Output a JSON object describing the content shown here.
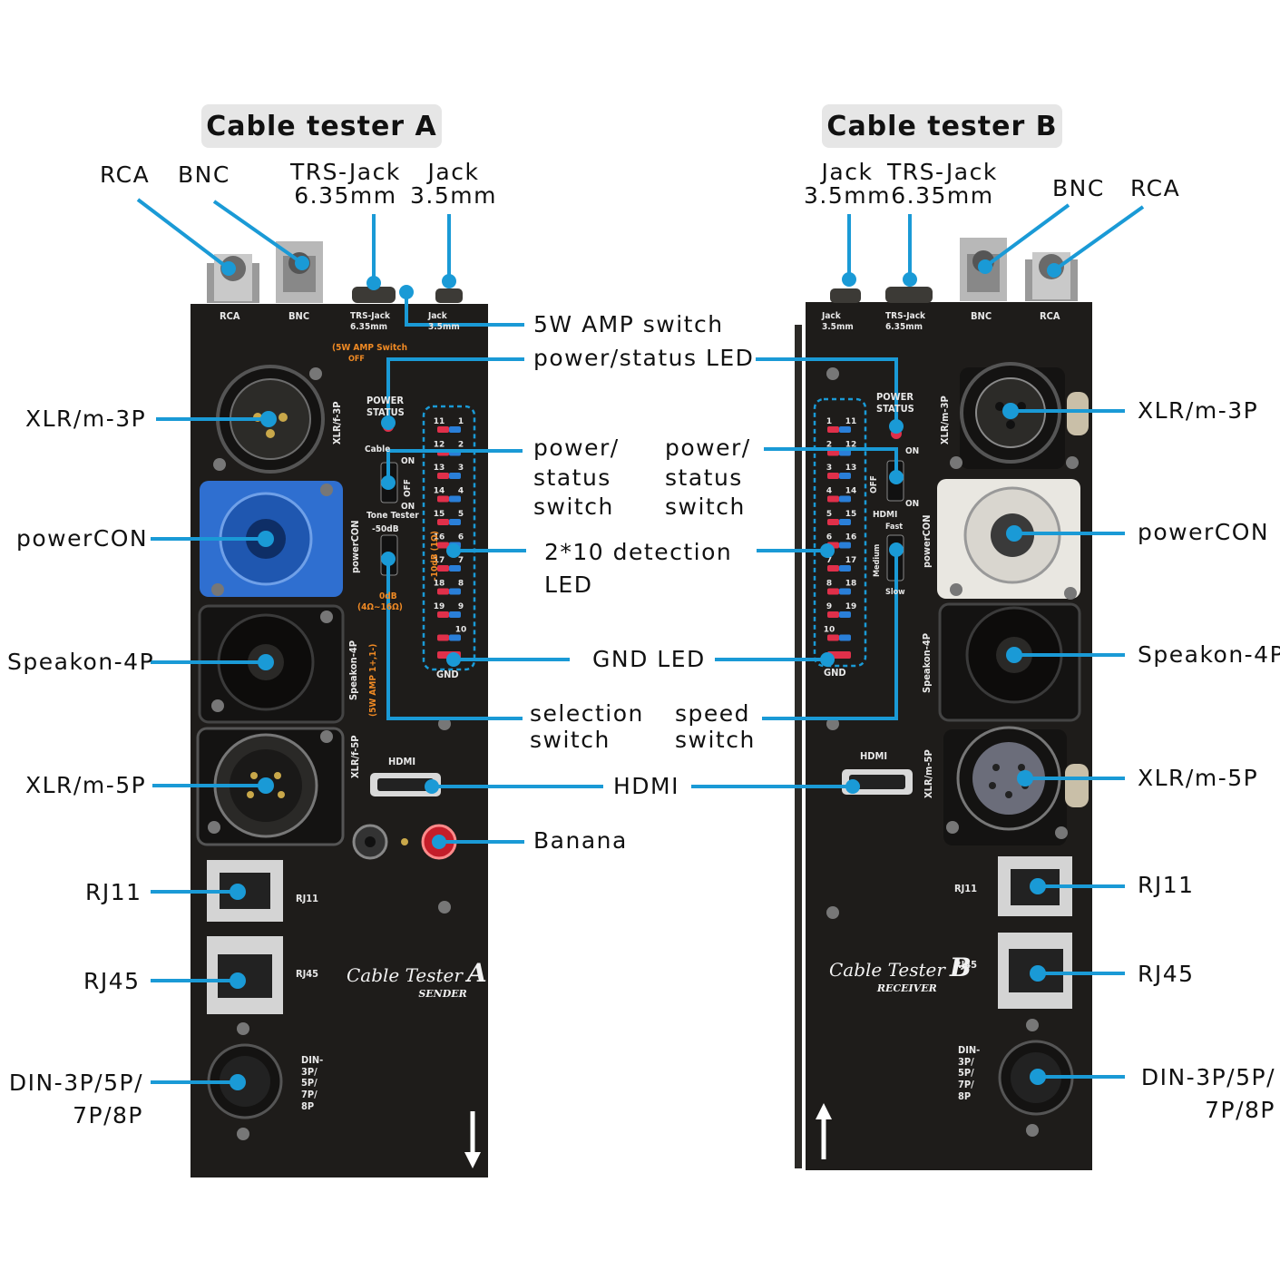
{
  "tester_a": {
    "title": "Cable tester A",
    "callouts": {
      "rca": "RCA",
      "bnc": "BNC",
      "trs": "TRS-Jack\n6.35mm",
      "jack": "Jack\n3.5mm",
      "xlr3": "XLR/m-3P",
      "powercon": "powerCON",
      "speakon": "Speakon-4P",
      "xlr5": "XLR/m-5P",
      "rj11": "RJ11",
      "rj45": "RJ45",
      "din": "DIN-3P/5P/\n7P/8P"
    },
    "panel": {
      "rca": "RCA",
      "bnc": "BNC",
      "trs": "TRS-Jack\n6.35mm",
      "jack": "Jack\n3.5mm",
      "amp_switch": "(5W AMP Switch",
      "off": "OFF",
      "power_status": "POWER\nSTATUS",
      "cable": "Cable",
      "on": "ON",
      "off2": "OFF",
      "on2": "ON",
      "tone": "Tone Tester",
      "db50": "-50dB",
      "db10": "-10dB (1Ω)",
      "db0": "0dB",
      "ohm": "(4Ω~16Ω)",
      "amp": "(5W AMP 1+,1-)",
      "xlrf3": "XLR/f-3P",
      "powercon": "powerCON",
      "speakon": "Speakon-4P",
      "xlrf5": "XLR/f-5P",
      "hdmi": "HDMI",
      "gnd": "GND",
      "rj11": "RJ11",
      "rj45": "RJ45",
      "din": "DIN-\n3P/\n5P/\n7P/\n8P",
      "brand": "Cable Tester",
      "brand_letter": "A",
      "brand_sub": "SENDER"
    },
    "led_numbers": [
      [
        "11",
        "1"
      ],
      [
        "12",
        "2"
      ],
      [
        "13",
        "3"
      ],
      [
        "14",
        "4"
      ],
      [
        "15",
        "5"
      ],
      [
        "16",
        "6"
      ],
      [
        "17",
        "7"
      ],
      [
        "18",
        "8"
      ],
      [
        "19",
        "9"
      ],
      [
        "",
        "10"
      ]
    ]
  },
  "tester_b": {
    "title": "Cable tester B",
    "callouts": {
      "jack": "Jack\n3.5mm",
      "trs": "TRS-Jack\n6.35mm",
      "bnc": "BNC",
      "rca": "RCA",
      "xlr3": "XLR/m-3P",
      "powercon": "powerCON",
      "speakon": "Speakon-4P",
      "xlr5": "XLR/m-5P",
      "rj11": "RJ11",
      "rj45": "RJ45",
      "din": "DIN-3P/5P/\n7P/8P"
    },
    "panel": {
      "jack": "Jack\n3.5mm",
      "trs": "TRS-Jack\n6.35mm",
      "bnc": "BNC",
      "rca": "RCA",
      "power_status": "POWER\nSTATUS",
      "on": "ON",
      "off": "OFF",
      "on2": "ON",
      "hdmi_sw": "HDMI",
      "fast": "Fast",
      "medium": "Medium",
      "slow": "Slow",
      "xlrm3": "XLR/m-3P",
      "powercon": "powerCON",
      "speakon": "Speakon-4P",
      "xlrm5": "XLR/m-5P",
      "hdmi": "HDMI",
      "gnd": "GND",
      "rj11": "RJ11",
      "rj45": "RJ45",
      "din": "DIN-\n3P/\n5P/\n7P/\n8P",
      "brand": "Cable Tester",
      "brand_letter": "B",
      "brand_sub": "RECEIVER"
    },
    "led_numbers": [
      [
        "1",
        "11"
      ],
      [
        "2",
        "12"
      ],
      [
        "3",
        "13"
      ],
      [
        "4",
        "14"
      ],
      [
        "5",
        "15"
      ],
      [
        "6",
        "16"
      ],
      [
        "7",
        "17"
      ],
      [
        "8",
        "18"
      ],
      [
        "9",
        "19"
      ],
      [
        "10",
        ""
      ]
    ]
  },
  "center_labels": {
    "amp_switch": "5W AMP switch",
    "power_led": "power/status LED",
    "power_switch_a": "power/\nstatus\nswitch",
    "power_switch_b": "power/\nstatus\nswitch",
    "detection": "2*10 detection\nLED",
    "gnd_led": "GND LED",
    "selection": "selection\nswitch",
    "speed": "speed\nswitch",
    "hdmi": "HDMI",
    "banana": "Banana"
  },
  "colors": {
    "callout_line": "#1a9ad6",
    "panel": "#1e1c1a",
    "powercon_a": "#2f6fd0",
    "led_red": "#e0304a",
    "led_blue": "#2a7fd8",
    "orange_text": "#f08a24"
  }
}
